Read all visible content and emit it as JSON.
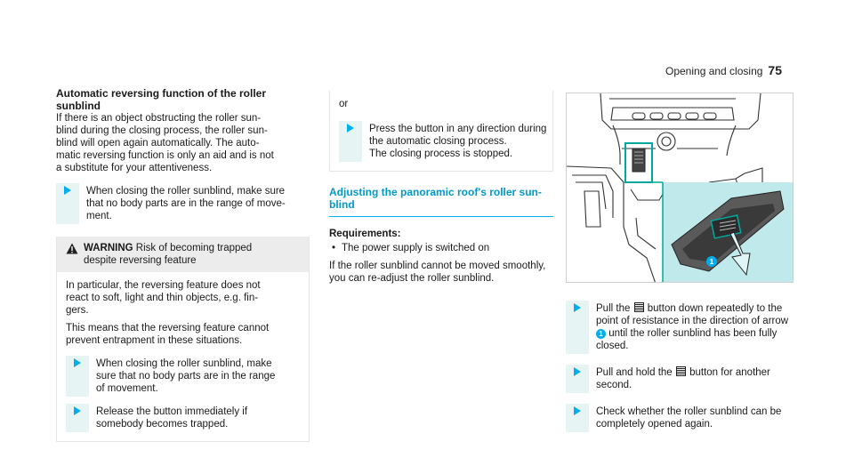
{
  "header": {
    "section": "Opening and closing",
    "page_number": "75"
  },
  "col1": {
    "heading_line1": "Automatic reversing function of the roller",
    "heading_line2": "sunblind",
    "intro": [
      "If there is an object obstructing the roller sun-",
      "blind during the closing process, the roller sun-",
      "blind will open again automatically. The auto-",
      "matic reversing function is only an aid and is not",
      "a substitute for your attentiveness."
    ],
    "step1": [
      "When closing the roller sunblind, make sure",
      "that no body parts are in the range of move-",
      "ment."
    ],
    "warning": {
      "label": "WARNING",
      "line1": "Risk of becoming trapped",
      "line2": "despite reversing feature",
      "para1": [
        "In particular, the reversing feature does not",
        "react to soft, light and thin objects, e.g. fin-",
        "gers."
      ],
      "para2": [
        "This means that the reversing feature cannot",
        "prevent entrapment in these situations."
      ],
      "step1": [
        "When closing the roller sunblind, make",
        "sure that no body parts are in the range",
        "of movement."
      ],
      "step2": [
        "Release the button immediately if",
        "somebody becomes trapped."
      ]
    }
  },
  "col2": {
    "or": "or",
    "or_step": [
      "Press the button in any direction during",
      "the automatic closing process.",
      "The closing process is stopped."
    ],
    "section_title_line1": "Adjusting the panoramic roof's roller sun-",
    "section_title_line2": "blind",
    "requirements_label": "Requirements:",
    "bullet1": "The power supply is switched on",
    "bullet_symbol": "•",
    "text": [
      "If the roller sunblind cannot be moved smoothly,",
      "you can re-adjust the roller sunblind."
    ]
  },
  "col3": {
    "callout_number": "1",
    "step1_a": "Pull the",
    "step1_b": "button down repeatedly to the",
    "step1_c": "point of resistance in the direction of arrow",
    "step1_num": "1",
    "step1_d": "until the roller sunblind has been fully",
    "step1_e": "closed.",
    "step2_a": "Pull and hold the",
    "step2_b": "button for another",
    "step2_c": "second.",
    "step3": [
      "Check whether the roller sunblind can be",
      "completely opened again."
    ]
  },
  "colors": {
    "accent": "#00adef",
    "heading_blue": "#0099cc",
    "step_bar": "#e6f5f4",
    "warning_bg": "#ececec",
    "figure_highlight": "#bfe9ea"
  }
}
